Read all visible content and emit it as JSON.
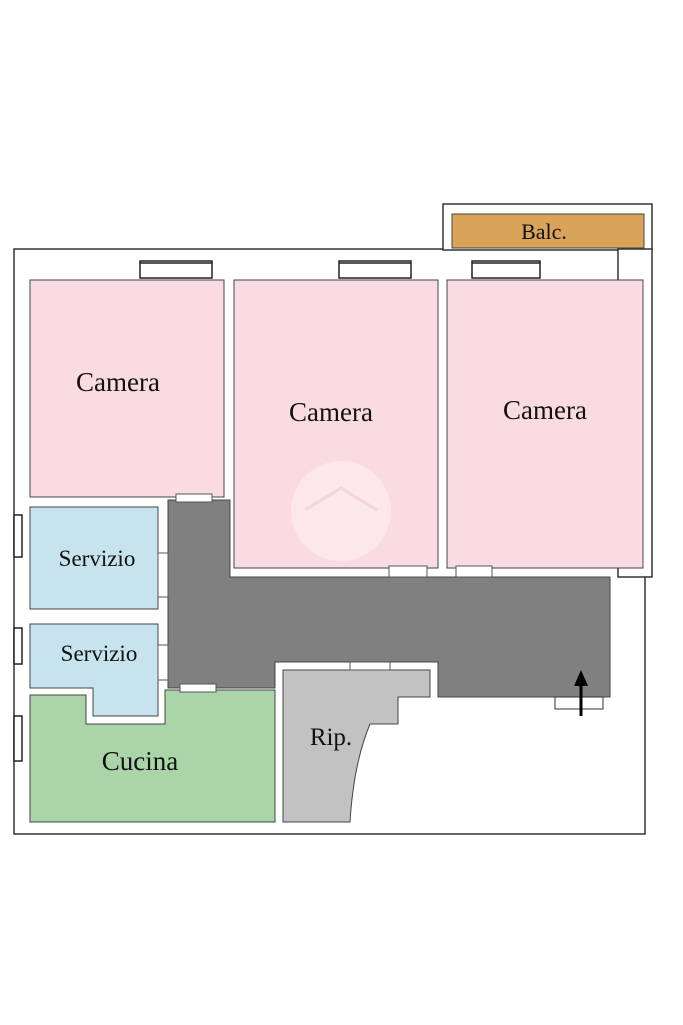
{
  "rooms": {
    "camera_1": {
      "label": "Camera",
      "color": "#fadbe3"
    },
    "camera_2": {
      "label": "Camera",
      "color": "#fadbe3"
    },
    "camera_3": {
      "label": "Camera",
      "color": "#fadbe3"
    },
    "servizio_1": {
      "label": "Servizio",
      "color": "#c6e3ee"
    },
    "servizio_2": {
      "label": "Servizio",
      "color": "#c6e3ee"
    },
    "cucina": {
      "label": "Cucina",
      "color": "#a9d5a9"
    },
    "ripostiglio": {
      "label": "Rip.",
      "color": "#c2c2c2"
    },
    "balcone": {
      "label": "Balc.",
      "color": "#daa35a"
    },
    "corridoio": {
      "label": "",
      "color": "#808080"
    }
  },
  "entrance_arrow": {
    "icon": "entrance-arrow-icon",
    "direction": "up"
  }
}
